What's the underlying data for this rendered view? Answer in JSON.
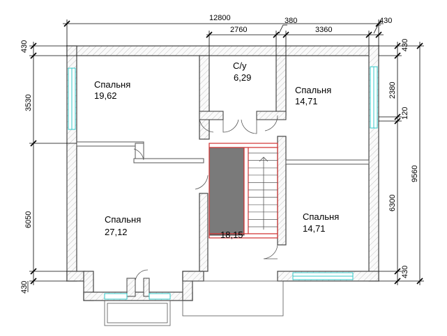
{
  "dimensions": {
    "top_total": "12800",
    "top_seg1": "2760",
    "top_seg2": "380",
    "top_seg3": "3360",
    "top_seg4": "430",
    "left_top": "430",
    "left_upper": "3530",
    "left_lower": "6050",
    "left_bottom": "430",
    "right_top": "430",
    "right_seg1": "2380",
    "right_seg2": "120",
    "right_total": "9560",
    "right_lower": "6300",
    "right_bottom": "430"
  },
  "rooms": [
    {
      "name": "Спальня",
      "area": "19,62"
    },
    {
      "name": "С/у",
      "area": "6,29"
    },
    {
      "name": "Спальня",
      "area": "14,71"
    },
    {
      "name": "Спальня",
      "area": "27,12"
    },
    {
      "name": "Спальня",
      "area": "14,71"
    }
  ],
  "stair_label": "18,15"
}
